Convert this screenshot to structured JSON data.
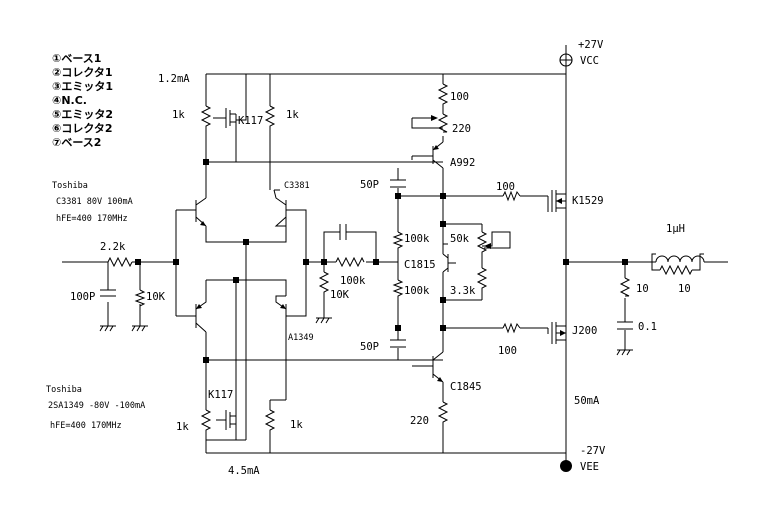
{
  "pin_legend": [
    "①ベース1",
    "②コレクタ1",
    "③エミッタ1",
    "④N.C.",
    "⑤エミッタ2",
    "⑥コレクタ2",
    "⑦ベース2"
  ],
  "notes": {
    "npn_maker": "Toshiba",
    "npn_spec": "C3381  80V  100mA",
    "npn_hfe": "hFE=400 170MHz",
    "pnp_maker": "Toshiba",
    "pnp_spec": "2SA1349  -80V -100mA",
    "pnp_hfe": "hFE=400 170MHz"
  },
  "rails": {
    "vcc_voltage": "+27V",
    "vcc_name": "VCC",
    "vee_voltage": "-27V",
    "vee_name": "VEE"
  },
  "labels": {
    "current_top": "1.2mA",
    "current_bottom": "4.5mA",
    "current_output": "50mA",
    "r_ccs_top_left": "1k",
    "r_ccs_top_right": "1k",
    "jfet_top": "K117",
    "jfet_bottom": "K117",
    "r_ccs_bot_left": "1k",
    "r_ccs_bot_right": "1k",
    "q_npn_pair": "C3381",
    "q_pnp_pair": "A1349",
    "r_input": "2.2k",
    "c_input": "100P",
    "r_input_shunt": "10K",
    "r_feedback": "100k",
    "r_fb_shunt": "10K",
    "r_vas_top": "100",
    "r_vas_trim": "220",
    "q_vas_top": "A992",
    "c_comp_top": "50P",
    "c_comp_bot": "50P",
    "r_bias_top": "100k",
    "r_bias_bot": "100k",
    "q_bias": "C1815",
    "vr_bias": "50k",
    "r_bias_33": "3.3k",
    "q_vas_bot": "C1845",
    "r_vas_bot": "220",
    "r_gate_top": "100",
    "r_gate_bot": "100",
    "mosfet_top": "K1529",
    "mosfet_bot": "J200",
    "l_out": "1μH",
    "r_l_parallel": "10",
    "r_zobel": "10",
    "c_zobel": "0.1"
  }
}
